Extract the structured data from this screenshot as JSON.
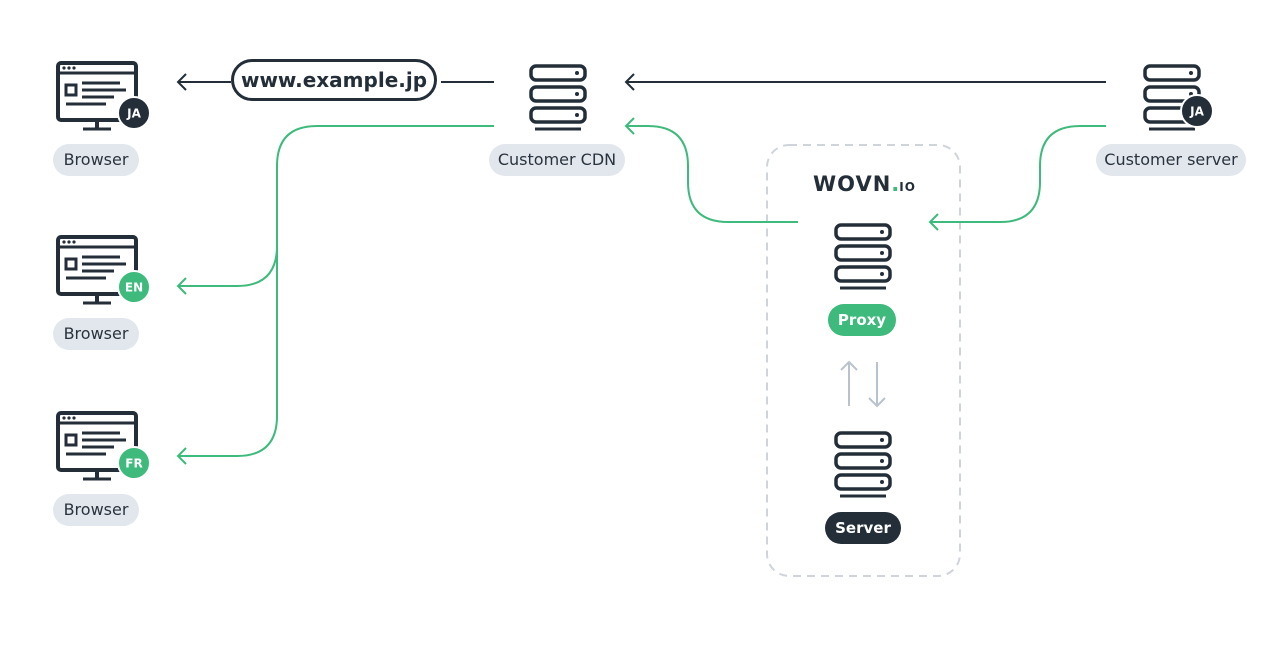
{
  "url": "www.example.jp",
  "browsers": [
    {
      "label": "Browser",
      "lang": "JA"
    },
    {
      "label": "Browser",
      "lang": "EN"
    },
    {
      "label": "Browser",
      "lang": "FR"
    }
  ],
  "customer_cdn": {
    "label": "Customer CDN"
  },
  "customer_server": {
    "label": "Customer server",
    "lang": "JA"
  },
  "wovn": {
    "logo_main": "WOVN",
    "logo_dot": ".",
    "logo_io": "IO",
    "proxy_label": "Proxy",
    "server_label": "Server"
  },
  "colors": {
    "dark": "#232e38",
    "green": "#3dba7c",
    "label_bg": "#e2e7ee",
    "gray_arrow": "#b9c3cc",
    "dashed_border": "#cfd4da"
  },
  "icons": [
    "browser-monitor-icon",
    "server-stack-icon",
    "arrow-left-icon",
    "up-down-arrows-icon"
  ]
}
